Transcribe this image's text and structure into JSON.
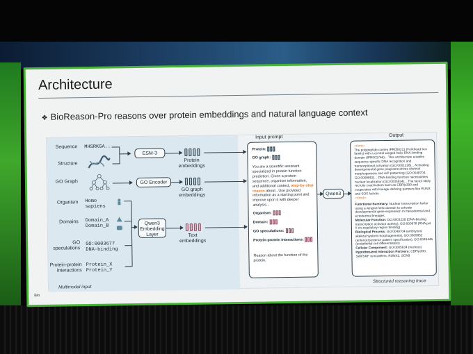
{
  "slide": {
    "title": "Architecture",
    "subtitle": "BioReason-Pro reasons over protein embeddings and natural language context",
    "footer": "Bio"
  },
  "diagram": {
    "input_labels": {
      "sequence": "Sequence",
      "structure": "Structure",
      "go_graph": "GO Graph",
      "organism": "Organism",
      "domains": "Domains",
      "go_speculations": "GO speculations",
      "ppi": "Protein-protein interactions"
    },
    "input_values": {
      "sequence": "MHSRKGA...",
      "organism": "Homo sapiens",
      "domains": "Domain_A Domain_B",
      "go_speculations": "GO:0003677 DNA-binding",
      "ppi": "Protein_X Protein_Y"
    },
    "boxes": {
      "esm": "ESM-3",
      "go_encoder": "GO Encoder",
      "qwen_embed": "Qwen3 Embedding Layer",
      "qwen3": "Qwen3"
    },
    "embedding_captions": {
      "protein": "Protein embeddings",
      "go": "GO graph embeddings",
      "text": "Text embeddings"
    },
    "input_caption": "Multimodal input",
    "output_caption": "Structured reasoning trace",
    "prompt": {
      "title": "Input prompt",
      "protein": "Protein:",
      "go_graph": "GO graph:",
      "body_before": "You are a scientific assistant specialized in protein function prediction. Given a protein sequence, organism information, and additional context,",
      "body_highlight": "step-by-step reason",
      "body_after": "about...Use provided information as a starting point and improve upon it with deeper analysis...",
      "organism": "Organism:",
      "domain": "Domain:",
      "go_spec": "GO speculations:",
      "ppi": "Protein-protein interactions:",
      "reason": "Reason about the function of the protein."
    },
    "output": {
      "title": "Output",
      "think_open": "<think>",
      "think_body": "The polypeptide carries IPR050211 (Forkhead box family) with a central winged-helix DNA-binding domain (IPR001766)... This architecture enables sequence-specific DNA recognition and transcriptional activation (GO:0001228)... Activating developmental gene programs drives skeletal morphogenesis and A/P patterning (GO:0048704; GO:0009952)... DNA-binding function necessitates nuclear localization (GO:0005634)... The factor likely recruits coactivators such as CBP/p300 and cooperates with lineage-defining partners like RUNX and SOX factors.",
      "think_close": "</think>",
      "functional_summary_label": "Functional Summary:",
      "functional_summary": "Nuclear transcription factor using a winged-helix domain to activate developmental gene expression in mesodermal and ectodermal lineages.",
      "molecular_function_label": "Molecular Function:",
      "molecular_function": "GO:0001228 (DNA-binding transcription activator activity), GO:000978 (RNA pol II cis-regulatory region binding)",
      "biological_process_label": "Biological Process:",
      "biological_process": "GO:0048704 (embryonic skeletal system morphogenesis), GO:0009952 (anterior/posterior pattern specification), GO:0045446 (endothelial cell differentiation)",
      "cellular_component_label": "Cellular Component:",
      "cellular_component": "GO:0005634 (nucleus)",
      "partners_label": "Hypothesized Interaction Partners:",
      "partners": "CBP/p300, SWI/SNF remodelers, RUNX2, SOX9"
    }
  },
  "colors": {
    "slide_border": "#4ab238",
    "highlight": "#d9782a",
    "text_embedding": "#e7b6c6",
    "embedding": "#b8c9d3"
  }
}
